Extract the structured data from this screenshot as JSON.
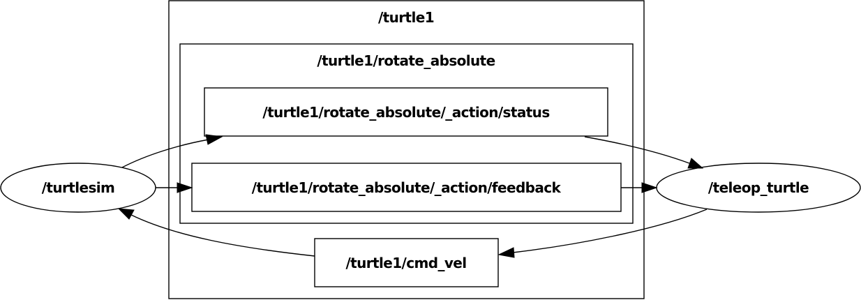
{
  "clusters": {
    "outer": {
      "label": "/turtle1"
    },
    "inner": {
      "label": "/turtle1/rotate_absolute"
    }
  },
  "topics": {
    "status": {
      "label": "/turtle1/rotate_absolute/_action/status"
    },
    "feedback": {
      "label": "/turtle1/rotate_absolute/_action/feedback"
    },
    "cmd_vel": {
      "label": "/turtle1/cmd_vel"
    }
  },
  "nodes": {
    "turtlesim": {
      "label": "/turtlesim"
    },
    "teleop": {
      "label": "/teleop_turtle"
    }
  }
}
